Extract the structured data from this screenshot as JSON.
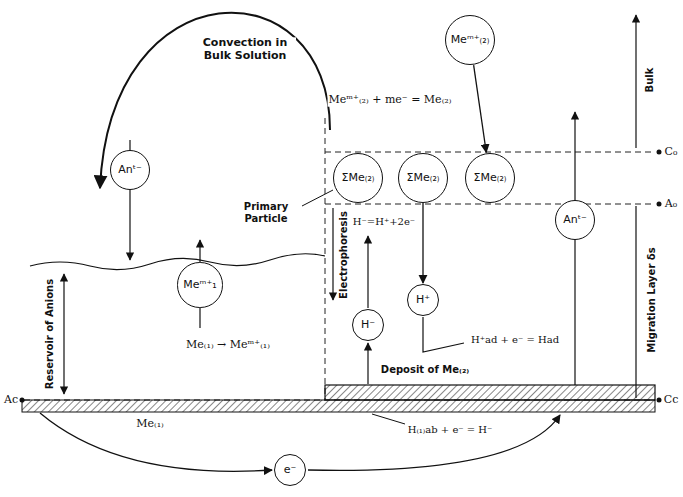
{
  "diagram": {
    "nodes": [
      {
        "text": [
          "Meᵐ⁺₍₂₎"
        ]
      },
      {
        "text": [
          "ΣMe₍₂₎"
        ]
      },
      {
        "text": [
          "ΣMe₍₂₎"
        ]
      },
      {
        "text": [
          "ΣMe₍₂₎"
        ]
      },
      {
        "text": [
          "Anᵗ⁻"
        ]
      },
      {
        "text": [
          "Meᵐ⁺₁"
        ]
      },
      {
        "text": [
          "Anᵗ⁻"
        ]
      },
      {
        "text": [
          "H⁺"
        ]
      },
      {
        "text": [
          "H⁻"
        ]
      },
      {
        "text": [
          "e⁻"
        ]
      }
    ],
    "edges": [
      {
        "from": 0,
        "to": 3,
        "arrow": "to"
      },
      {
        "from": 2,
        "to": 7,
        "arrow": "to"
      }
    ],
    "labels": [
      "Convection in Bulk Solution",
      "Bulk",
      "C₀",
      "A₀",
      "Meᵐ⁺₍₂₎ + me⁻ = Me₍₂₎",
      "Primary Particle",
      "Electrophoresis",
      "H⁻=H⁺+2e⁻",
      "Migration Layer δs",
      "Reservoir of Anions",
      "Me₍₁₎ → Meᵐ⁺₍₁₎",
      "Deposit of Me₍₂₎",
      "H⁺ad + e⁻ = Had",
      "Ac",
      "Cc",
      "Me₍₁₎",
      "H₍₁₎ab + e⁻ = H⁻"
    ]
  }
}
